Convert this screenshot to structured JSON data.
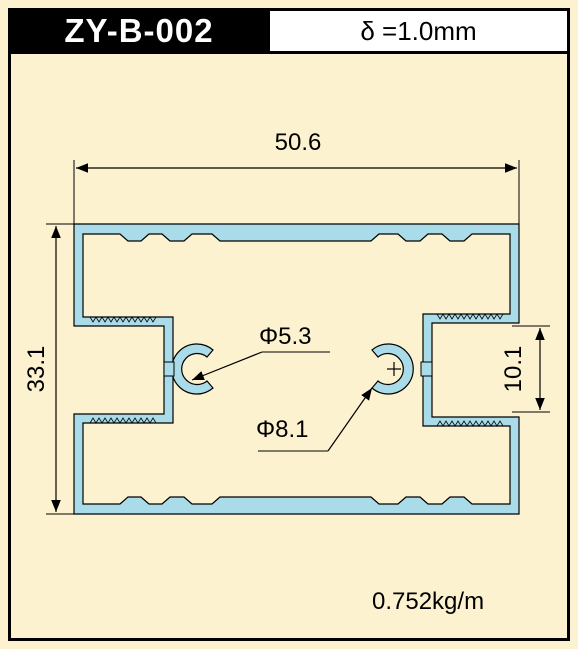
{
  "header": {
    "model_code": "ZY-B-002",
    "wall_thickness": "δ =1.0mm"
  },
  "dimensions": {
    "width": "50.6",
    "height": "33.1",
    "slot_height": "10.1",
    "hole_small": "Φ5.3",
    "hole_large": "Φ8.1"
  },
  "footer": {
    "weight": "0.752kg/m"
  },
  "colors": {
    "profile_fill": "#a9dbe8",
    "background": "#fdf2cf"
  }
}
